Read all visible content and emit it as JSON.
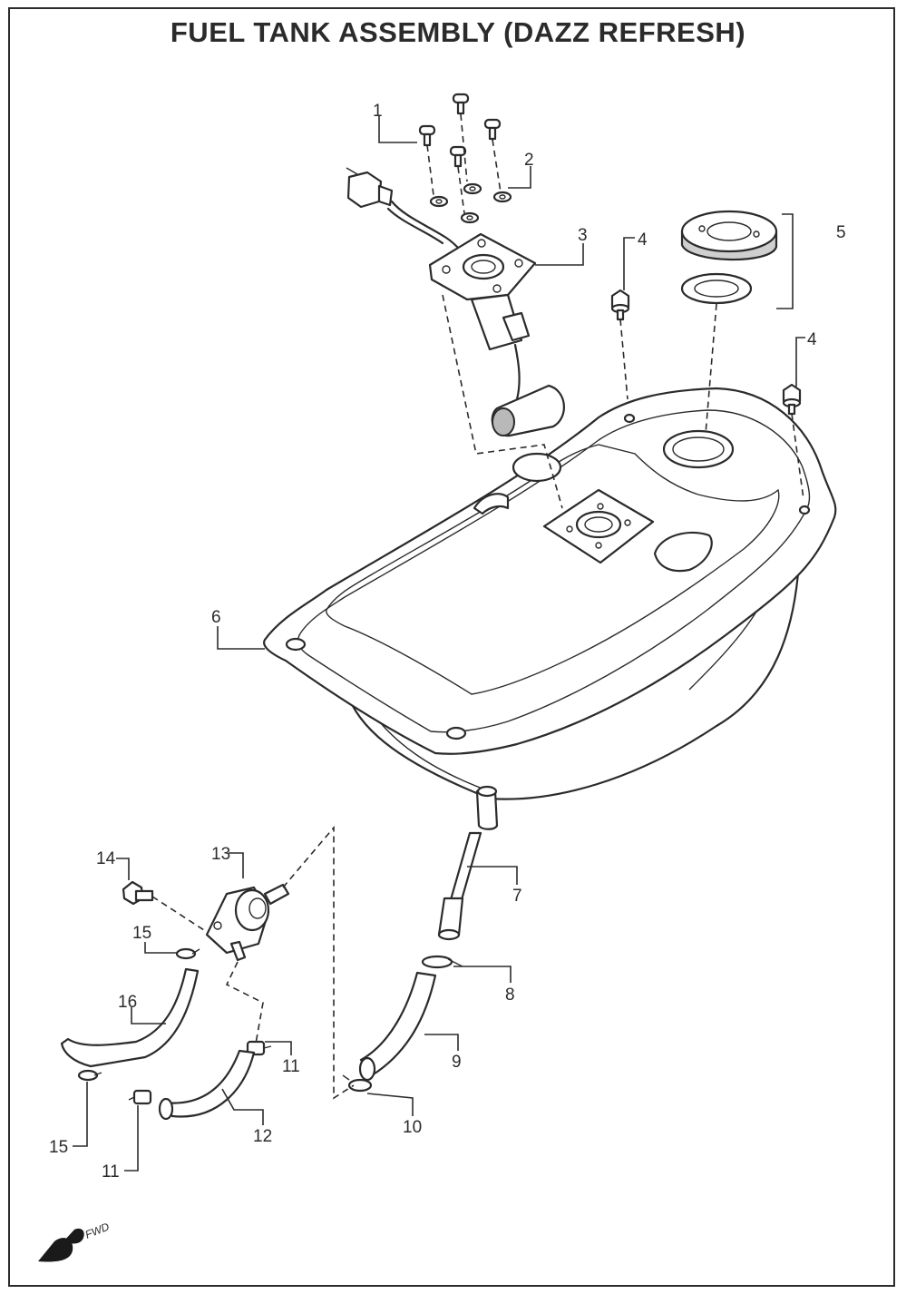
{
  "title": "FUEL TANK ASSEMBLY (DAZZ REFRESH)",
  "direction_label": "FWD",
  "callouts": [
    {
      "id": "c1",
      "text": "1"
    },
    {
      "id": "c2",
      "text": "2"
    },
    {
      "id": "c3",
      "text": "3"
    },
    {
      "id": "c4a",
      "text": "4"
    },
    {
      "id": "c4b",
      "text": "4"
    },
    {
      "id": "c5",
      "text": "5"
    },
    {
      "id": "c6",
      "text": "6"
    },
    {
      "id": "c7",
      "text": "7"
    },
    {
      "id": "c8",
      "text": "8"
    },
    {
      "id": "c9",
      "text": "9"
    },
    {
      "id": "c10",
      "text": "10"
    },
    {
      "id": "c11a",
      "text": "11"
    },
    {
      "id": "c11b",
      "text": "11"
    },
    {
      "id": "c12",
      "text": "12"
    },
    {
      "id": "c13",
      "text": "13"
    },
    {
      "id": "c14",
      "text": "14"
    },
    {
      "id": "c15a",
      "text": "15"
    },
    {
      "id": "c15b",
      "text": "15"
    },
    {
      "id": "c16",
      "text": "16"
    }
  ]
}
